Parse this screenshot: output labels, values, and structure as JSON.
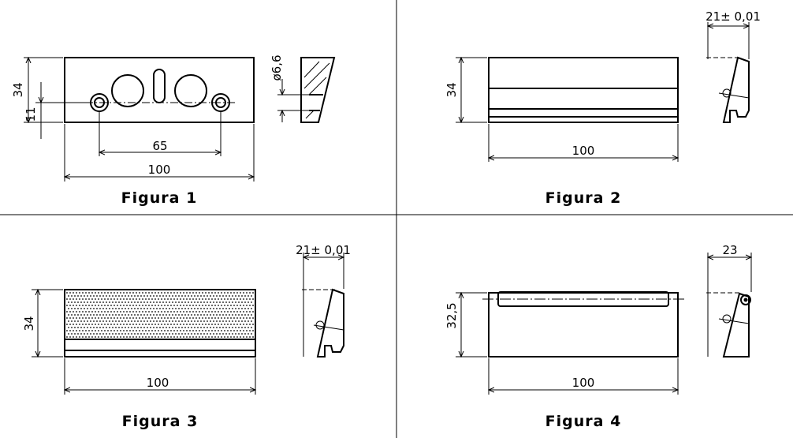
{
  "figures": [
    {
      "caption": "Figura 1",
      "dims": {
        "height": "34",
        "hole_offset": "11",
        "hole_spacing": "65",
        "length": "100",
        "hole_diameter": "ø6,6"
      }
    },
    {
      "caption": "Figura 2",
      "dims": {
        "height": "34",
        "length": "100",
        "thickness": "21± 0,01"
      }
    },
    {
      "caption": "Figura 3",
      "dims": {
        "height": "34",
        "length": "100",
        "thickness": "21± 0,01"
      }
    },
    {
      "caption": "Figura 4",
      "dims": {
        "height": "32,5",
        "length": "100",
        "thickness": "23"
      }
    }
  ]
}
